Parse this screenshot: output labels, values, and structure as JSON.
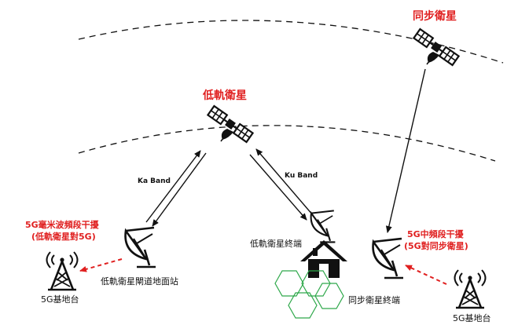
{
  "labels": {
    "geo_satellite": "同步衛星",
    "leo_satellite": "低軌衛星",
    "ka_band": "Ka Band",
    "ku_band": "Ku Band",
    "leo_terminal": "低軌衛星終端",
    "leo_gateway": "低軌衛星閘道地面站",
    "geo_terminal": "同步衛星終端",
    "bs_left": "5G基地台",
    "bs_right": "5G基地台",
    "interference_left_line1": "5G毫米波頻段干擾",
    "interference_left_line2": "(低軌衛星對5G)",
    "interference_right_line1": "5G中頻段干擾",
    "interference_right_line2": "(5G對同步衛星)"
  },
  "colors": {
    "accent_red": "#e02020",
    "line": "#111111",
    "hex_green": "#2ea84a"
  },
  "icons": {
    "satellite": "satellite-icon",
    "dish": "dish-antenna-icon",
    "house": "house-icon",
    "tower": "cell-tower-icon"
  }
}
